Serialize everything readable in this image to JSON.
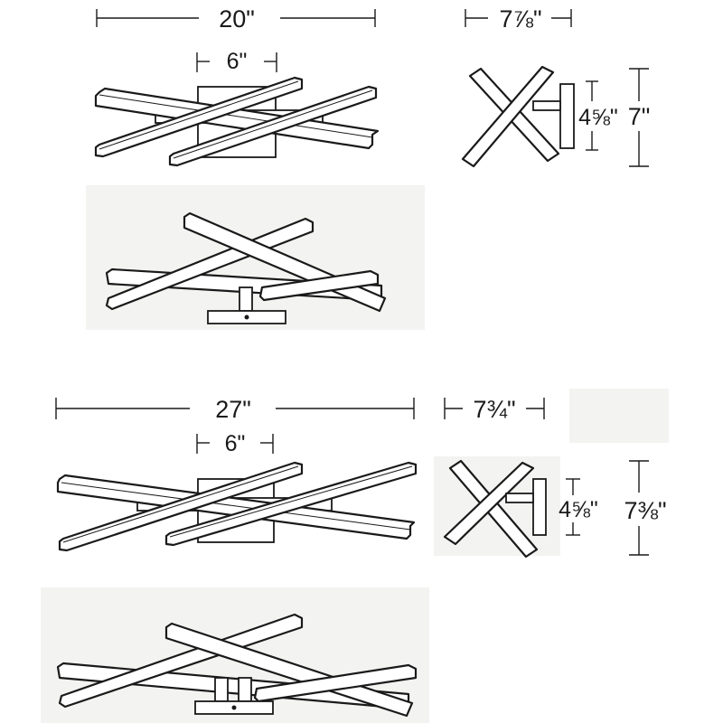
{
  "colors": {
    "line": "#1a1a1a",
    "background": "#ffffff",
    "shadow_block": "#f3f3f1"
  },
  "small_fixture": {
    "overall_width": "20\"",
    "canopy_width": "6\"",
    "depth": "7⅞\"",
    "canopy_height": "4⅝\"",
    "overall_height": "7\""
  },
  "large_fixture": {
    "overall_width": "27\"",
    "canopy_width": "6\"",
    "depth": "7¾\"",
    "canopy_height": "4⅝\"",
    "overall_height": "7⅜\""
  }
}
